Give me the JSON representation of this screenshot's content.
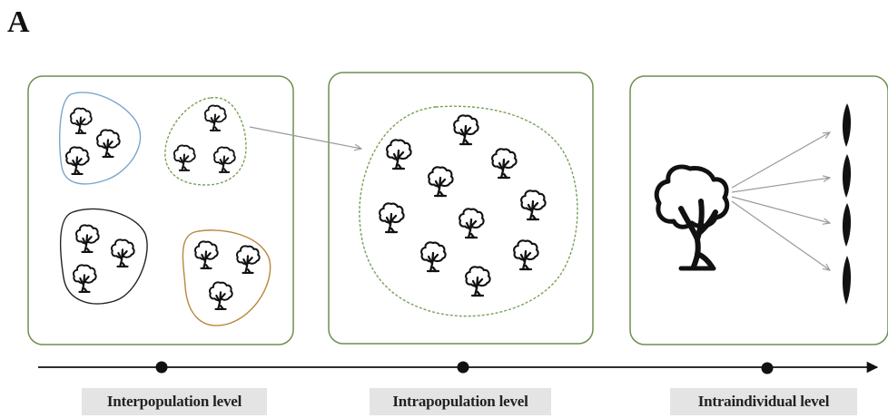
{
  "figure": {
    "panel_letter": "A"
  },
  "levels": [
    {
      "label": "Interpopulation level"
    },
    {
      "label": "Intrapopulation level"
    },
    {
      "label": "Intraindividual level"
    }
  ],
  "colors": {
    "panel_border": "#6e8f4e",
    "blue_group": "#7aa6cc",
    "green_dashed": "#7aa05a",
    "black_group": "#222222",
    "orange_group": "#b8873a",
    "arrow": "#9a9a9a",
    "axis": "#111111",
    "label_bg": "#e4e4e4"
  },
  "icons": {
    "tree": "tree-icon",
    "leaf": "leaf-icon"
  }
}
